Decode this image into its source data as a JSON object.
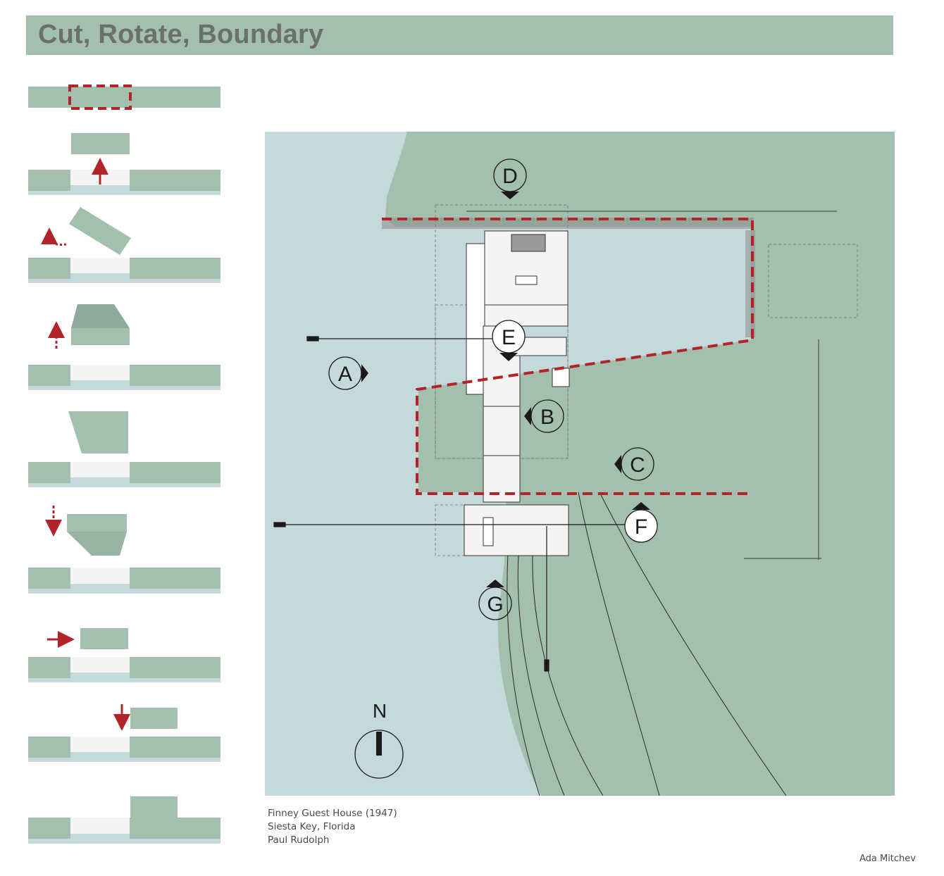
{
  "title": "Cut, Rotate, Boundary",
  "colors": {
    "green": "#a3bfad",
    "water": "#c5d8dc",
    "red": "#b0242a",
    "void": "#f3f5f4"
  },
  "section_markers": [
    {
      "id": "A",
      "label": "A",
      "direction": "right"
    },
    {
      "id": "B",
      "label": "B",
      "direction": "left"
    },
    {
      "id": "C",
      "label": "C",
      "direction": "left"
    },
    {
      "id": "D",
      "label": "D",
      "direction": "down"
    },
    {
      "id": "E",
      "label": "E",
      "direction": "down"
    },
    {
      "id": "F",
      "label": "F",
      "direction": "up"
    },
    {
      "id": "G",
      "label": "G",
      "direction": "up"
    }
  ],
  "north_label": "N",
  "caption": {
    "line1": "Finney Guest House (1947)",
    "line2": "Siesta Key, Florida",
    "line3": "Paul Rudolph"
  },
  "author": "Ada Mitchev"
}
